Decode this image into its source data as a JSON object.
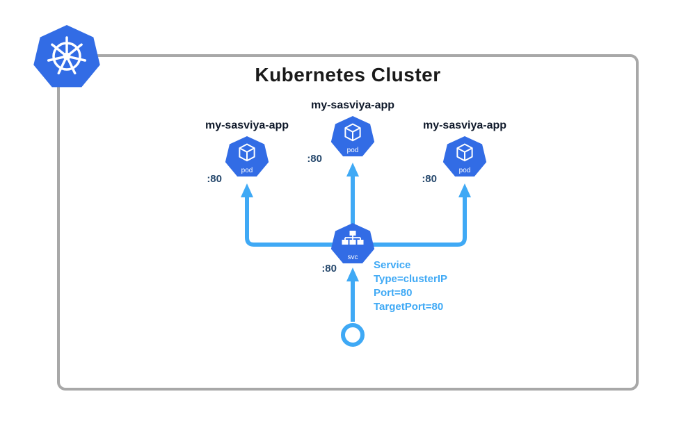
{
  "diagram": {
    "title": "Kubernetes Cluster",
    "pods": [
      {
        "label": "my-sasviya-app",
        "port": ":80",
        "badge": "pod"
      },
      {
        "label": "my-sasviya-app",
        "port": ":80",
        "badge": "pod"
      },
      {
        "label": "my-sasviya-app",
        "port": ":80",
        "badge": "pod"
      }
    ],
    "service": {
      "badge": "svc",
      "port": ":80",
      "details": [
        "Service",
        "Type=clusterIP",
        "Port=80",
        "TargetPort=80"
      ]
    },
    "colors": {
      "kubernetes_blue": "#326CE5",
      "arrow_blue": "#3FA9F5",
      "label_dark": "#101a2b",
      "port_dark_blue": "#27496d",
      "border_gray": "#a8a8a8"
    }
  }
}
